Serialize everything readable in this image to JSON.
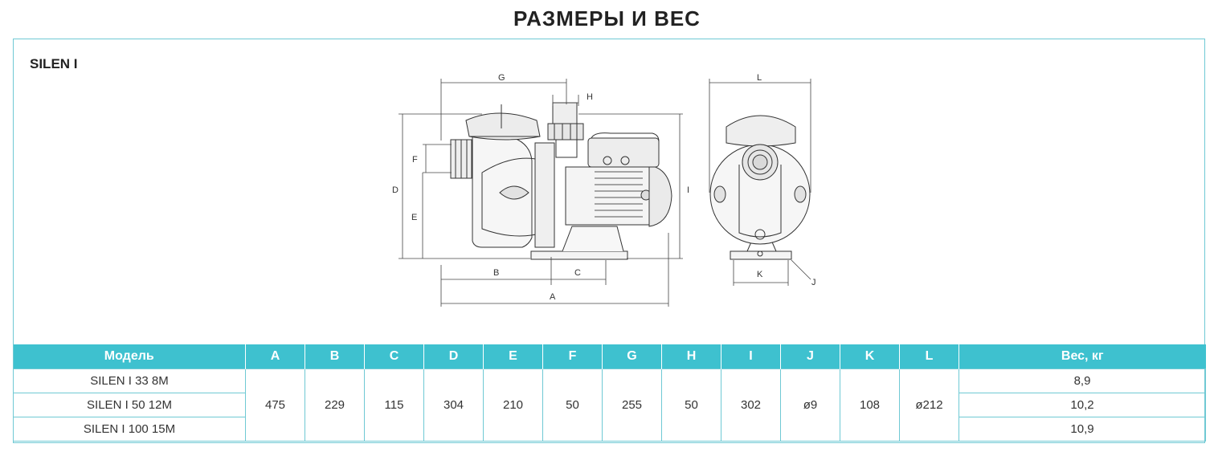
{
  "title": "РАЗМЕРЫ И ВЕС",
  "model_name": "SILEN I",
  "diagram_labels": {
    "A": "A",
    "B": "B",
    "C": "C",
    "D": "D",
    "E": "E",
    "F": "F",
    "G": "G",
    "H": "H",
    "I": "I",
    "J": "J",
    "K": "K",
    "L": "L"
  },
  "table": {
    "headers": [
      "Модель",
      "A",
      "B",
      "C",
      "D",
      "E",
      "F",
      "G",
      "H",
      "I",
      "J",
      "K",
      "L",
      "Вес, кг"
    ],
    "models": [
      "SILEN I 33 8M",
      "SILEN I 50 12M",
      "SILEN I 100 15M"
    ],
    "shared": [
      "475",
      "229",
      "115",
      "304",
      "210",
      "50",
      "255",
      "50",
      "302",
      "ø9",
      "108",
      "ø212"
    ],
    "weights": [
      "8,9",
      "10,2",
      "10,9"
    ]
  },
  "colors": {
    "accent": "#3ec1cf",
    "border": "#6fc9d4"
  }
}
